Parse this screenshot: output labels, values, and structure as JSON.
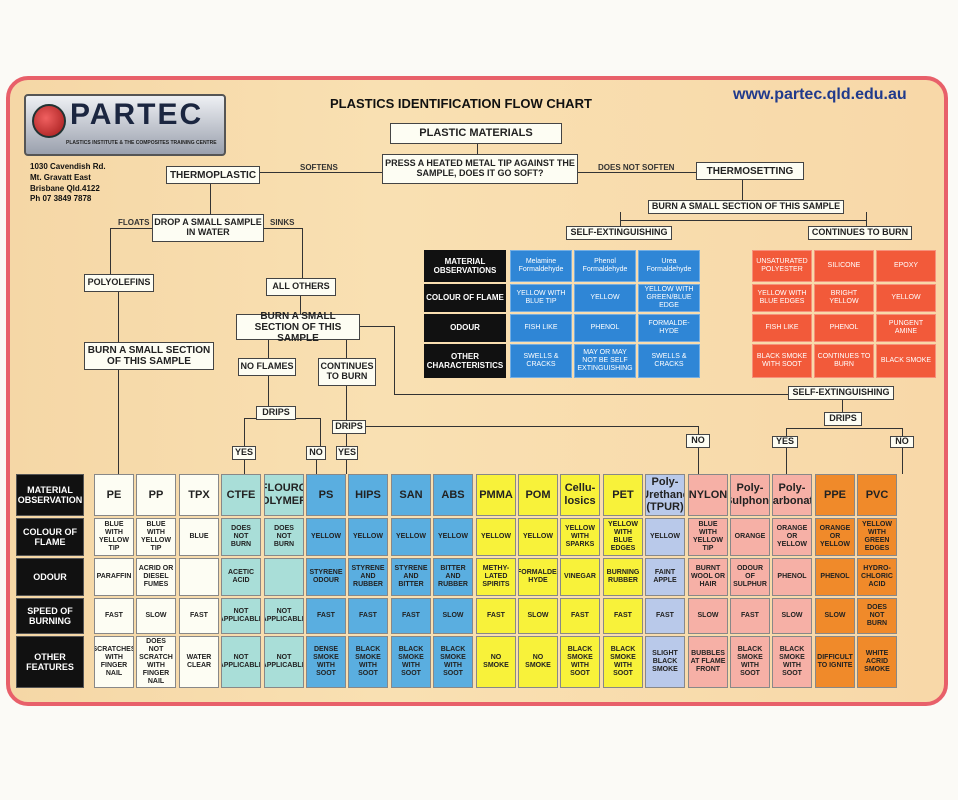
{
  "title": "PLASTICS IDENTIFICATION FLOW CHART",
  "url": "www.partec.qld.edu.au",
  "logo": {
    "text": "PARTEC",
    "sub": "PLASTICS INSTITUTE & THE COMPOSITES TRAINING CENTRE"
  },
  "address": [
    "1030 Cavendish Rd.",
    "Mt. Gravatt East",
    "Brisbane Qld.4122",
    "Ph 07 3849 7878"
  ],
  "flow": {
    "top": "PLASTIC MATERIALS",
    "test": "PRESS A HEATED METAL TIP AGAINST THE SAMPLE, DOES IT GO SOFT?",
    "softens": "SOFTENS",
    "not_softens": "DOES NOT SOFTEN",
    "thermoplastic": "THERMOPLASTIC",
    "thermosetting": "THERMOSETTING",
    "drop": "DROP A SMALL SAMPLE IN WATER",
    "floats": "FLOATS",
    "sinks": "SINKS",
    "polyolefins": "POLYOLEFINS",
    "all_others": "ALL OTHERS",
    "burn_small_left": "BURN A SMALL SECTION OF THIS SAMPLE",
    "burn_small_mid": "BURN A SMALL SECTION OF THIS SAMPLE",
    "no_flames": "NO FLAMES",
    "continues": "CONTINUES TO BURN",
    "drips": "DRIPS",
    "yes": "YES",
    "no": "NO",
    "ts_burn": "BURN A SMALL SECTION OF THIS SAMPLE",
    "self_ext": "SELF-EXTINGUISHING",
    "cont_burn": "CONTINUES TO BURN",
    "self_ext2": "SELF-EXTINGUISHING"
  },
  "thermoset": {
    "row_labels": [
      "MATERIAL OBSERVATIONS",
      "COLOUR OF FLAME",
      "ODOUR",
      "OTHER CHARACTERISTICS"
    ],
    "blue": [
      [
        "Melamine Formaldehyde",
        "Phenol Formaldehyde",
        "Urea Formaldehyde"
      ],
      [
        "YELLOW WITH BLUE TIP",
        "YELLOW",
        "YELLOW WITH GREEN/BLUE EDGE"
      ],
      [
        "FISH LIKE",
        "PHENOL",
        "FORMALDE-HYDE"
      ],
      [
        "SWELLS & CRACKS",
        "MAY OR MAY NOT BE SELF EXTINGUISHING",
        "SWELLS & CRACKS"
      ]
    ],
    "red": [
      [
        "UNSATURATED POLYESTER",
        "SILICONE",
        "EPOXY"
      ],
      [
        "YELLOW WITH BLUE EDGES",
        "BRIGHT YELLOW",
        "YELLOW"
      ],
      [
        "FISH LIKE",
        "PHENOL",
        "PUNGENT AMINE"
      ],
      [
        "BLACK SMOKE WITH SOOT",
        "CONTINUES TO BURN",
        "BLACK SMOKE"
      ]
    ]
  },
  "table": {
    "row_labels": [
      "MATERIAL OBSERVATION",
      "COLOUR OF FLAME",
      "ODOUR",
      "SPEED OF BURNING",
      "OTHER FEATURES"
    ],
    "columns": [
      {
        "name": "PE",
        "color": "#fdfdf3",
        "vals": [
          "BLUE WITH YELLOW TIP",
          "PARAFFIN",
          "FAST",
          "SCRATCHES WITH FINGER NAIL"
        ]
      },
      {
        "name": "PP",
        "color": "#fdfdf3",
        "vals": [
          "BLUE WITH YELLOW TIP",
          "ACRID OR DIESEL FUMES",
          "SLOW",
          "DOES NOT SCRATCH WITH FINGER NAIL"
        ]
      },
      {
        "name": "TPX",
        "color": "#fdfdf3",
        "vals": [
          "BLUE",
          "",
          "FAST",
          "WATER CLEAR"
        ]
      },
      {
        "name": "CTFE",
        "color": "#a9ded8",
        "vals": [
          "DOES NOT BURN",
          "ACETIC ACID",
          "NOT APPLICABLE",
          "NOT APPLICABLE"
        ]
      },
      {
        "name": "FLOURO POLYMERS",
        "color": "#a9ded8",
        "vals": [
          "DOES NOT BURN",
          "",
          "NOT APPLICABLE",
          "NOT APPLICABLE"
        ]
      },
      {
        "name": "PS",
        "color": "#5aaee0",
        "vals": [
          "YELLOW",
          "STYRENE ODOUR",
          "FAST",
          "DENSE SMOKE WITH SOOT"
        ]
      },
      {
        "name": "HIPS",
        "color": "#5aaee0",
        "vals": [
          "YELLOW",
          "STYRENE AND RUBBER",
          "FAST",
          "BLACK SMOKE WITH SOOT"
        ]
      },
      {
        "name": "SAN",
        "color": "#5aaee0",
        "vals": [
          "YELLOW",
          "STYRENE AND BITTER",
          "FAST",
          "BLACK SMOKE WITH SOOT"
        ]
      },
      {
        "name": "ABS",
        "color": "#5aaee0",
        "vals": [
          "YELLOW",
          "BITTER AND RUBBER",
          "SLOW",
          "BLACK SMOKE WITH SOOT"
        ]
      },
      {
        "name": "PMMA",
        "color": "#f8f23a",
        "vals": [
          "YELLOW",
          "METHY-LATED SPIRITS",
          "FAST",
          "NO SMOKE"
        ]
      },
      {
        "name": "POM",
        "color": "#f8f23a",
        "vals": [
          "YELLOW",
          "FORMALDE-HYDE",
          "SLOW",
          "NO SMOKE"
        ]
      },
      {
        "name": "Cellu-losics",
        "color": "#f8f23a",
        "vals": [
          "YELLOW WITH SPARKS",
          "VINEGAR",
          "FAST",
          "BLACK SMOKE WITH SOOT"
        ]
      },
      {
        "name": "PET",
        "color": "#f8f23a",
        "vals": [
          "YELLOW WITH BLUE EDGES",
          "BURNING RUBBER",
          "FAST",
          "BLACK SMOKE WITH SOOT"
        ]
      },
      {
        "name": "Poly-Urethane (TPUR)",
        "color": "#b9c9ea",
        "vals": [
          "YELLOW",
          "FAINT APPLE",
          "FAST",
          "SLIGHT BLACK SMOKE"
        ]
      },
      {
        "name": "NYLON",
        "color": "#f6b0a6",
        "vals": [
          "BLUE WITH YELLOW TIP",
          "BURNT WOOL OR HAIR",
          "SLOW",
          "BUBBLES AT FLAME FRONT"
        ]
      },
      {
        "name": "Poly-Sulphone",
        "color": "#f6b0a6",
        "vals": [
          "ORANGE",
          "ODOUR OF SULPHUR",
          "FAST",
          "BLACK SMOKE WITH SOOT"
        ]
      },
      {
        "name": "Poly-Carbonate",
        "color": "#f6b0a6",
        "vals": [
          "ORANGE OR YELLOW",
          "PHENOL",
          "SLOW",
          "BLACK SMOKE WITH SOOT"
        ]
      },
      {
        "name": "PPE",
        "color": "#f08a2a",
        "vals": [
          "ORANGE OR YELLOW",
          "PHENOL",
          "SLOW",
          "DIFFICULT TO IGNITE"
        ]
      },
      {
        "name": "PVC",
        "color": "#f08a2a",
        "vals": [
          "YELLOW WITH GREEN EDGES",
          "HYDRO-CHLORIC ACID",
          "DOES NOT BURN",
          "WHITE ACRID SMOKE"
        ]
      }
    ]
  }
}
